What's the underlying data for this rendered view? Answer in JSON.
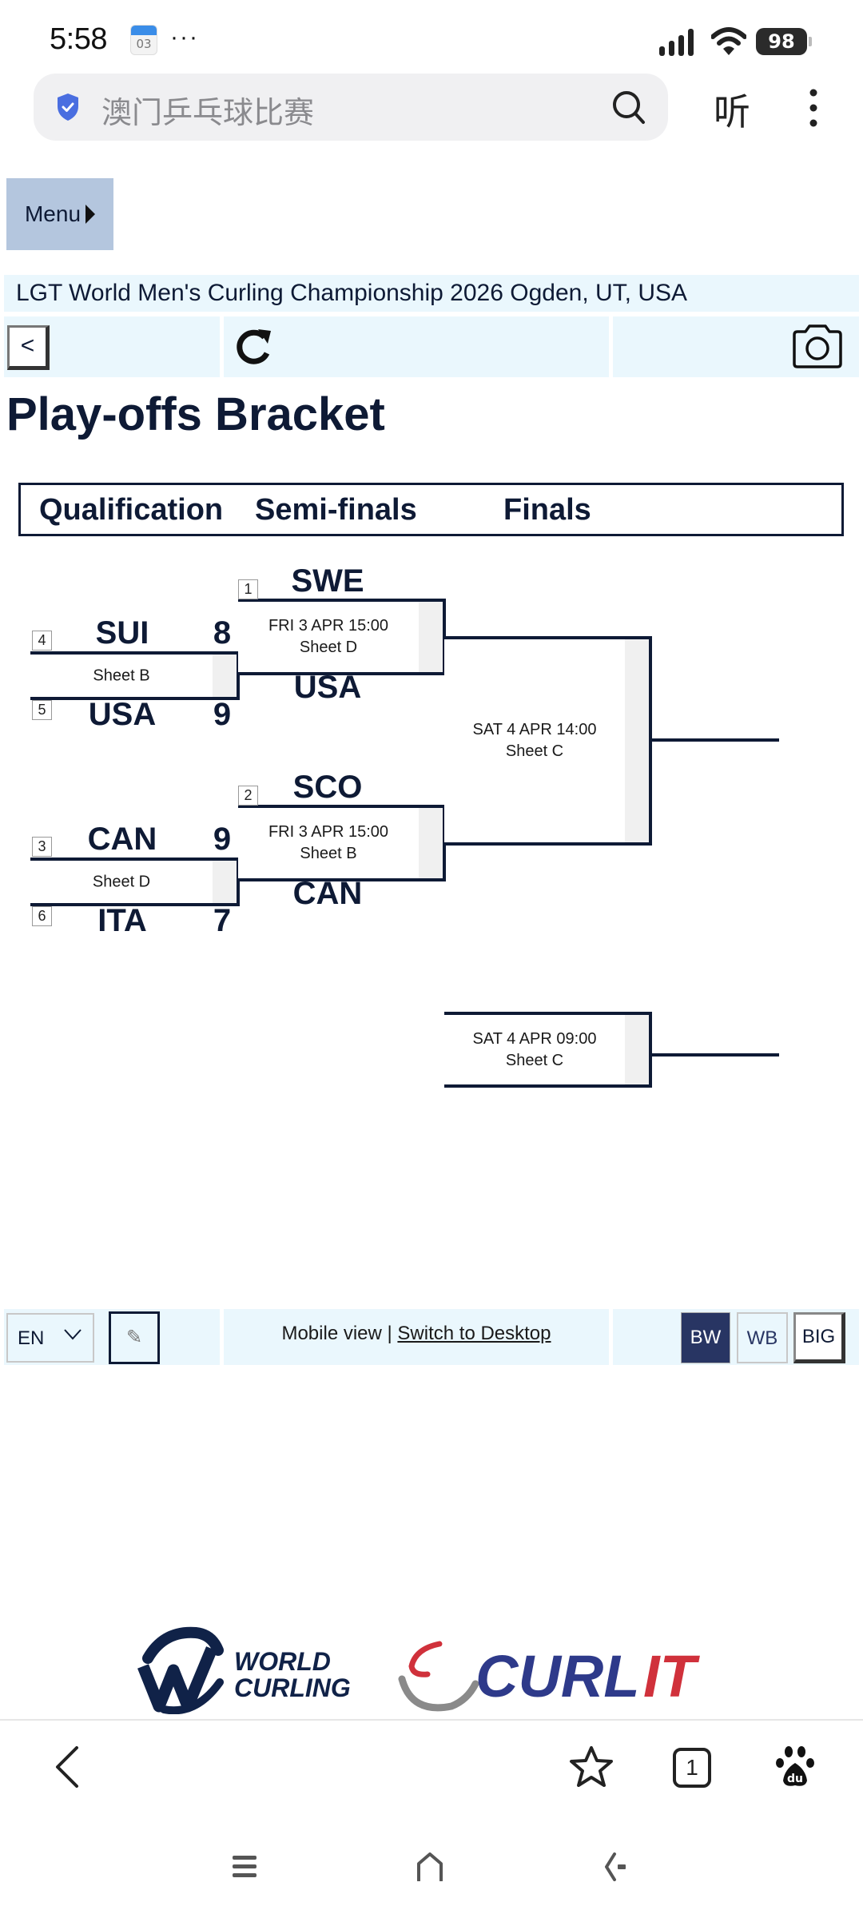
{
  "status_bar": {
    "time": "5:58",
    "calendar_day": "03",
    "more": "···",
    "battery": "98"
  },
  "browser": {
    "search_text": "澳门乒乓球比赛",
    "listen_label": "听"
  },
  "page": {
    "menu_label": "Menu",
    "event_title": "LGT World Men's Curling Championship 2026 Ogden, UT, USA",
    "back_label": "<",
    "heading": "Play-offs Bracket"
  },
  "rounds": [
    "Qualification",
    "Semi-finals",
    "Finals"
  ],
  "bracket": {
    "qualification": [
      {
        "sheet": "Sheet B",
        "top": {
          "seed": "4",
          "team": "SUI",
          "score": "8"
        },
        "bottom": {
          "seed": "5",
          "team": "USA",
          "score": "9"
        }
      },
      {
        "sheet": "Sheet D",
        "top": {
          "seed": "3",
          "team": "CAN",
          "score": "9"
        },
        "bottom": {
          "seed": "6",
          "team": "ITA",
          "score": "7"
        }
      }
    ],
    "semifinals": [
      {
        "datetime": "FRI 3 APR 15:00",
        "sheet": "Sheet D",
        "top": {
          "seed": "1",
          "team": "SWE"
        },
        "bottom": {
          "team": "USA"
        }
      },
      {
        "datetime": "FRI 3 APR 15:00",
        "sheet": "Sheet B",
        "top": {
          "seed": "2",
          "team": "SCO"
        },
        "bottom": {
          "team": "CAN"
        }
      }
    ],
    "final": {
      "datetime": "SAT 4 APR 14:00",
      "sheet": "Sheet C"
    },
    "bronze": {
      "datetime": "SAT 4 APR 09:00",
      "sheet": "Sheet C"
    }
  },
  "footer": {
    "language": "EN",
    "pencil": "✎",
    "mobile_view": "Mobile view | ",
    "switch_desktop": "Switch to Desktop",
    "bw": "BW",
    "wb": "WB",
    "big": "BIG"
  },
  "logos": {
    "world_curling_line1": "WORLD",
    "world_curling_line2": "CURLING",
    "curlit_blue": "CURL",
    "curlit_red": "IT"
  },
  "bottom_nav": {
    "tab_count": "1"
  },
  "colors": {
    "navy": "#0e1a35",
    "light_blue_bg": "#eaf7fd",
    "menu_bg": "#b4c6de",
    "bw_bg": "#283563",
    "curlit_red": "#d0313b",
    "curlit_blue": "#2e3a8a"
  }
}
